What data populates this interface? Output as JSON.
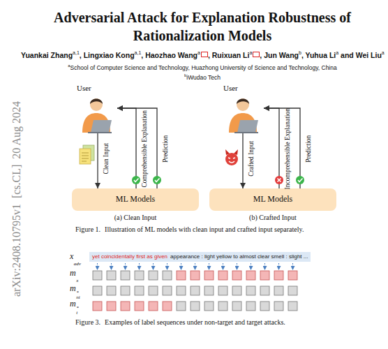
{
  "diagram": {
    "title": "Adversarial Attack for Explanation Robustness of Rationalization Models",
    "nodes": [
      {
        "text": [
          "User"
        ]
      },
      {
        "text": [
          "ML Models"
        ]
      },
      {
        "text": [
          "User"
        ]
      },
      {
        "text": [
          "ML Models"
        ]
      },
      {
        "text": [
          "yet coincidentally first as given",
          "appearance : light yellow to almost clear smell : slight ..."
        ]
      }
    ],
    "edges": [
      {
        "from": 0,
        "to": 1,
        "arrow": "to",
        "label": "Clean Input"
      },
      {
        "from": 1,
        "to": 0,
        "arrow": "to",
        "label": "Comprehensible Explanation"
      },
      {
        "from": 1,
        "to": 0,
        "arrow": "to",
        "label": "Prediction"
      },
      {
        "from": 2,
        "to": 3,
        "arrow": "to",
        "label": "Crafted Input"
      },
      {
        "from": 3,
        "to": 2,
        "arrow": "to",
        "label": "Incomprehensible Explanation"
      },
      {
        "from": 3,
        "to": 2,
        "arrow": "to",
        "label": "Prediction"
      }
    ],
    "labels": [
      "arXiv:2408.10795v1  [cs.CL]  20 Aug 2024",
      "Yuankai Zhang",
      "a,1",
      ", Lingxiao Kong",
      "a,1",
      ", Haozhao Wang",
      "a",
      ", Ruixuan Li",
      "a",
      ", Jun Wang",
      "b",
      ", Yuhua Li",
      "a",
      " and Wei Liu",
      "a",
      "a",
      "School of Computer Science and Technology, Huazhong University of Science and Technology, China",
      "b",
      "iWudao Tech",
      "(a) Clean Input",
      "(b) Crafted Input",
      "Figure 1.",
      "Illustration of ML models with clean input and crafted input separately.",
      "x",
      "adv",
      "m",
      "x",
      "m",
      "*",
      "nt",
      "m",
      "*",
      "t",
      "Figure 3.",
      "Examples of label sequences under non-target and target attacks."
    ]
  }
}
